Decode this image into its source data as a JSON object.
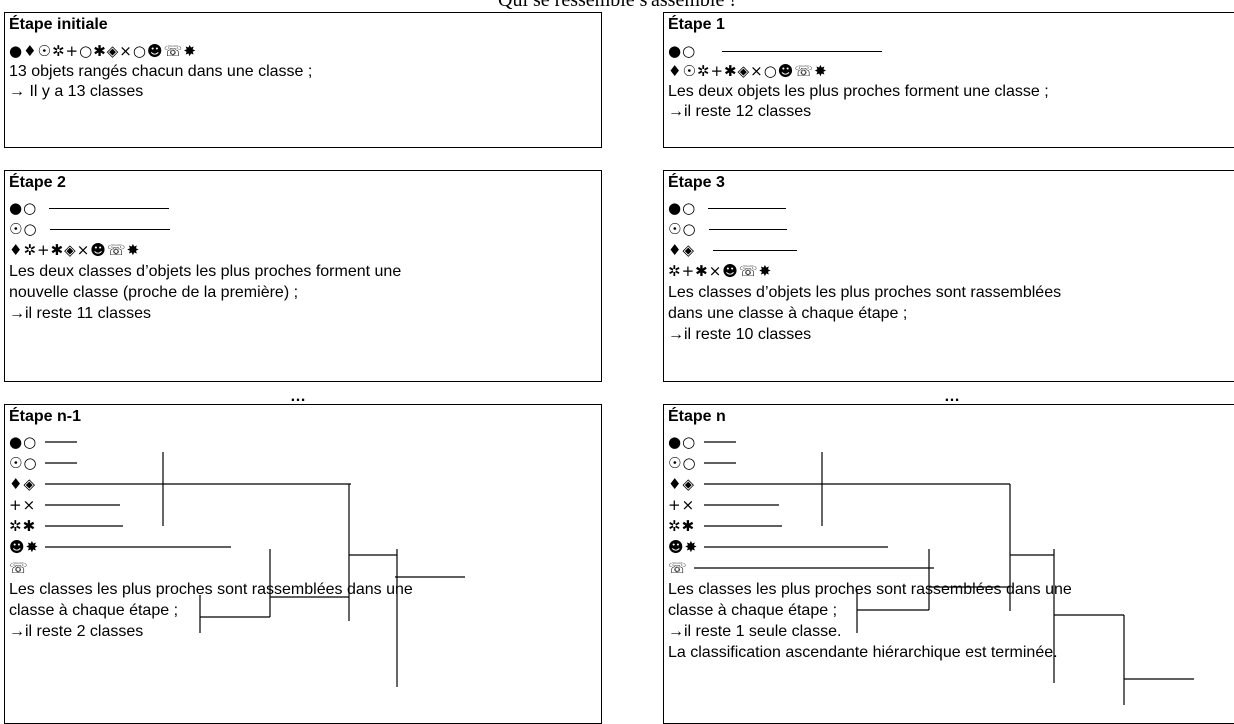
{
  "page_title": "Qui se ressemble s'assemble !",
  "ellipsis": "…",
  "panels": {
    "initial": {
      "title": "Étape initiale",
      "symbols": "●♦☉✲+○✱◈×○☻☏✸",
      "text1": "13 objets rangés chacun dans une classe ;",
      "text2": "→ Il y a 13 classes"
    },
    "etape1": {
      "title": "Étape 1",
      "group1": "●○",
      "rest": "♦☉✲+✱◈×○☻☏✸",
      "text1": "Les deux objets les plus proches forment une classe ;",
      "text2": "→il reste 12 classes"
    },
    "etape2": {
      "title": "Étape 2",
      "group1": "●○",
      "group2": "☉○",
      "rest": "♦✲+✱◈×☻☏✸",
      "text1": "Les deux classes d’objets les plus proches forment une",
      "text2": "nouvelle classe (proche de la première) ;",
      "text3": "→il reste 11 classes"
    },
    "etape3": {
      "title": "Étape 3",
      "group1": "●○",
      "group2": "☉○",
      "group3": "♦◈",
      "rest": "✲+✱×☻☏✸",
      "text1": "Les classes d’objets les plus proches sont rassemblées",
      "text2": "dans une classe à chaque étape ;",
      "text3": "→il reste 10 classes"
    },
    "etape_n_1": {
      "title": "Étape n-1",
      "rows": [
        "●○",
        "☉○",
        "♦◈",
        "+×",
        "✲✱",
        "☻✸",
        "☏"
      ],
      "text1": "Les classes les plus proches sont rassemblées dans une",
      "text2": "classe à chaque étape ;",
      "text3": "→il reste 2 classes"
    },
    "etape_n": {
      "title": "Étape n",
      "rows": [
        "●○",
        "☉○",
        "♦◈",
        "+×",
        "✲✱",
        "☻✸",
        "☏"
      ],
      "text1": "Les classes les plus proches sont rassemblées dans une",
      "text2": "classe à chaque étape ;",
      "text3": "→il reste 1 seule classe.",
      "text4": "La classification ascendante hiérarchique est terminée."
    }
  }
}
